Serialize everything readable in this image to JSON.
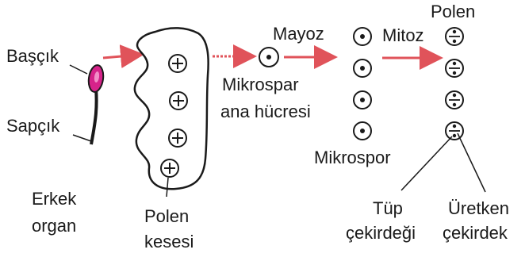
{
  "labels": {
    "bascik": "Başçık",
    "sapcik": "Sapçık",
    "erkek_line1": "Erkek",
    "erkek_line2": "organ",
    "polen_kesesi_line1": "Polen",
    "polen_kesesi_line2": "kesesi",
    "mikrospar_line1": "Mikrospar",
    "mikrospar_line2": "ana hücresi",
    "mayoz": "Mayoz",
    "mitoz": "Mitoz",
    "mikrospor": "Mikrospor",
    "polen": "Polen",
    "tup_line1": "Tüp",
    "tup_line2": "çekirdeği",
    "uretken_line1": "Üretken",
    "uretken_line2": "çekirdek"
  },
  "colors": {
    "arrow": "#e0535a",
    "anther": "#d6238a",
    "ink": "#1a1a1a"
  },
  "icons": {
    "cell_symbol": "plus-circle",
    "dot_cell": "dot-circle",
    "divided_cell": "divide-circle"
  }
}
